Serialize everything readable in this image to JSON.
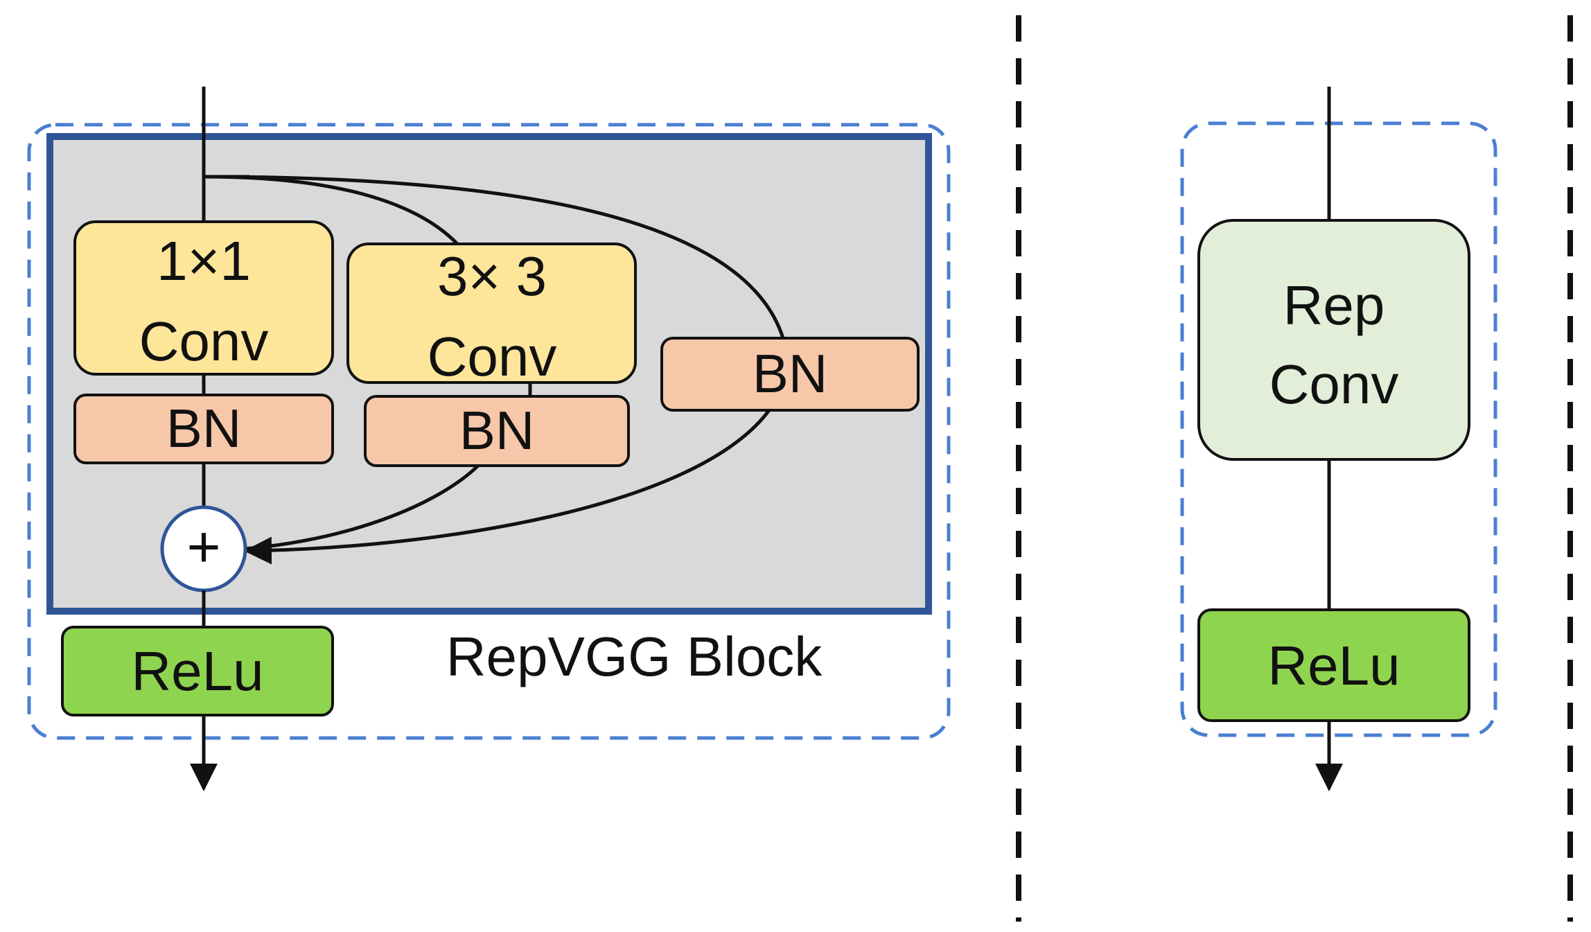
{
  "colors": {
    "conv_fill": "#fde69a",
    "bn_fill": "#f7c7a9",
    "relu_fill": "#8fd44f",
    "repconv_fill": "#e2eed8",
    "gray_panel": "#d9d9d9",
    "panel_border": "#2f5597",
    "dashed_blue": "#4a7fd1",
    "line": "#111111"
  },
  "left": {
    "conv1": {
      "line1": "1×1",
      "line2": "Conv"
    },
    "conv3": {
      "line1": "3× 3",
      "line2": "Conv"
    },
    "bn1": "BN",
    "bn3": "BN",
    "bn_id": "BN",
    "add": "+",
    "relu": "ReLu",
    "block_label": "RepVGG Block"
  },
  "right": {
    "repconv": {
      "line1": "Rep",
      "line2": "Conv"
    },
    "relu": "ReLu"
  }
}
